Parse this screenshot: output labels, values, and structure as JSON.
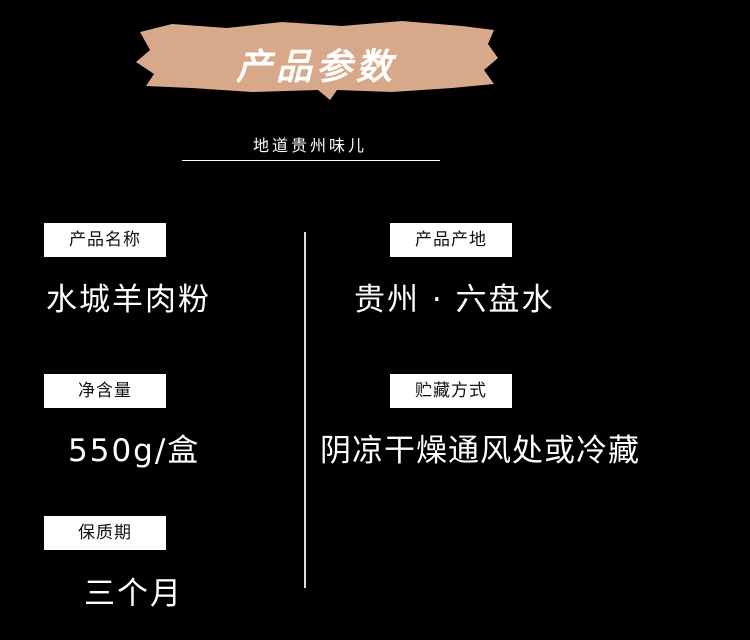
{
  "header": {
    "title": "产品参数",
    "subtitle": "地道贵州味儿",
    "banner_color": "#d7a98a"
  },
  "params": {
    "name": {
      "label": "产品名称",
      "value": "水城羊肉粉"
    },
    "origin": {
      "label": "产品产地",
      "value": "贵州 · 六盘水"
    },
    "net_weight": {
      "label": "净含量",
      "value": "550g/盒"
    },
    "storage": {
      "label": "贮藏方式",
      "value": "阴凉干燥通风处或冷藏"
    },
    "shelf_life": {
      "label": "保质期",
      "value": "三个月"
    }
  }
}
